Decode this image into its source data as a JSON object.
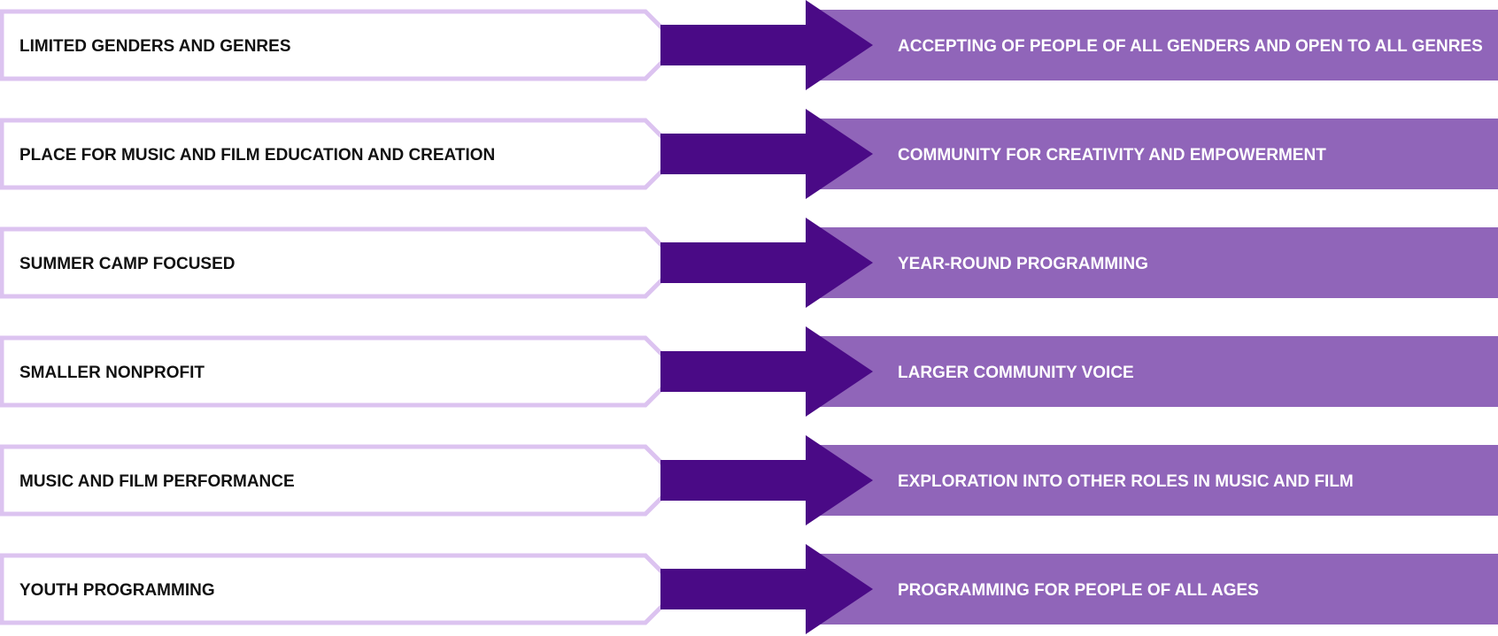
{
  "colors": {
    "before_box_fill": "#ffffff",
    "before_box_border": "#dcc3f0",
    "before_text": "#111111",
    "connector_arrow": "#4a0a86",
    "after_box_fill": "#9065b9",
    "after_text": "#ffffff"
  },
  "transformations": [
    {
      "from": "LIMITED GENDERS AND GENRES",
      "to": "ACCEPTING OF PEOPLE OF ALL GENDERS AND OPEN TO ALL GENRES"
    },
    {
      "from": "PLACE FOR MUSIC AND FILM EDUCATION AND CREATION",
      "to": "COMMUNITY FOR CREATIVITY AND EMPOWERMENT"
    },
    {
      "from": "SUMMER CAMP FOCUSED",
      "to": "YEAR-ROUND PROGRAMMING"
    },
    {
      "from": "SMALLER NONPROFIT",
      "to": "LARGER COMMUNITY VOICE"
    },
    {
      "from": "MUSIC AND FILM PERFORMANCE",
      "to": "EXPLORATION INTO OTHER ROLES IN MUSIC AND FILM"
    },
    {
      "from": "YOUTH PROGRAMMING",
      "to": "PROGRAMMING FOR PEOPLE OF ALL AGES"
    }
  ]
}
